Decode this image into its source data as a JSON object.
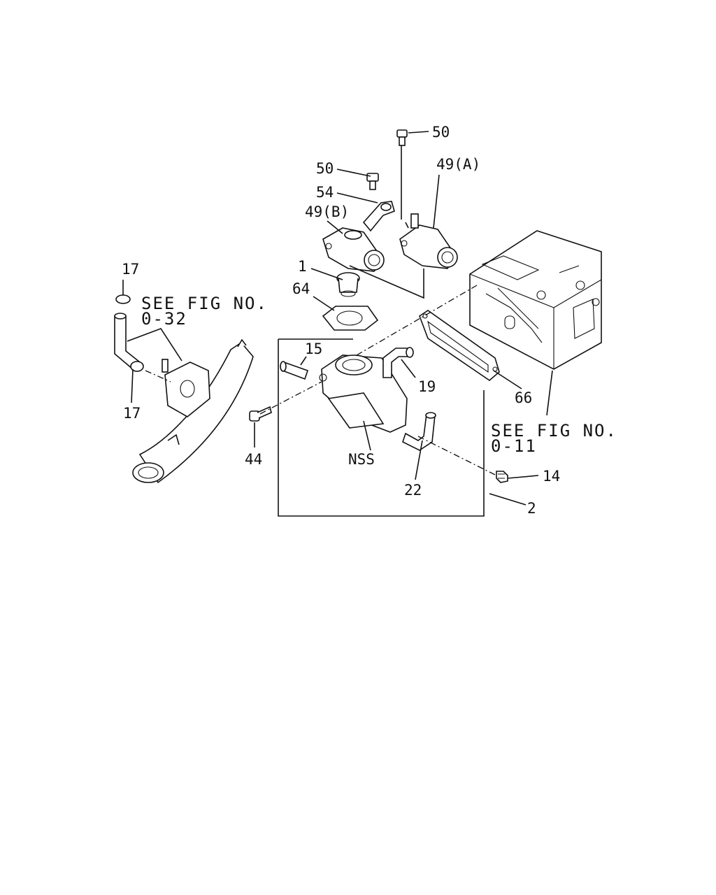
{
  "labels": {
    "p50_top": "50",
    "p49a": "49(A)",
    "p50_mid": "50",
    "p54": "54",
    "p49b": "49(B)",
    "p1": "1",
    "p64": "64",
    "p17_top": "17",
    "p17_bottom": "17",
    "p15": "15",
    "p19": "19",
    "p66": "66",
    "p44": "44",
    "nss": "NSS",
    "p22": "22",
    "p14": "14",
    "p2": "2"
  },
  "references": {
    "fig_032_line1": "SEE FIG NO.",
    "fig_032_line2": "0-32",
    "fig_011_line1": "SEE FIG NO.",
    "fig_011_line2": "0-11"
  }
}
